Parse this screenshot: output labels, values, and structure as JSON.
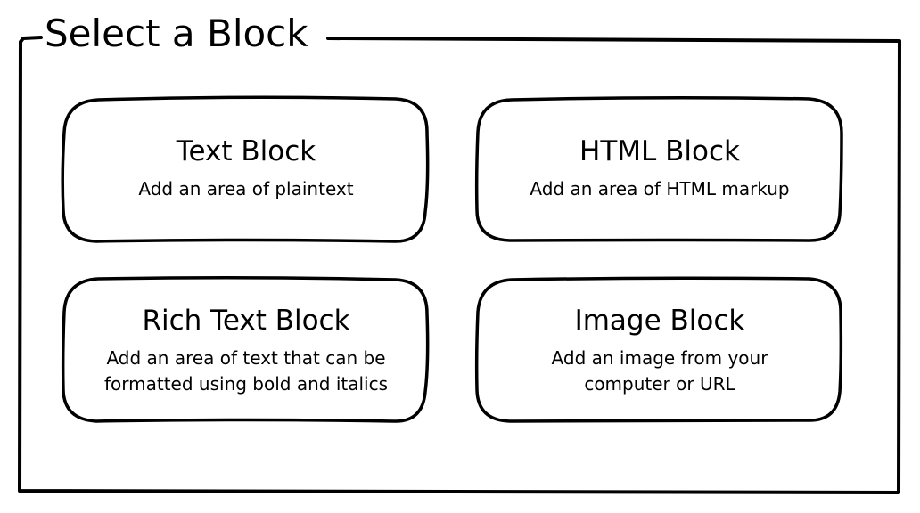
{
  "panel": {
    "title": "Select a Block"
  },
  "blocks": [
    {
      "title": "Text Block",
      "description": "Add an area of plaintext"
    },
    {
      "title": "HTML Block",
      "description": "Add an area of HTML markup"
    },
    {
      "title": "Rich Text Block",
      "description": "Add an area of text that can be\nformatted using bold and italics"
    },
    {
      "title": "Image Block",
      "description": "Add an image from your\ncomputer or URL"
    }
  ],
  "colors": {
    "stroke": "#000000",
    "background": "#ffffff"
  }
}
